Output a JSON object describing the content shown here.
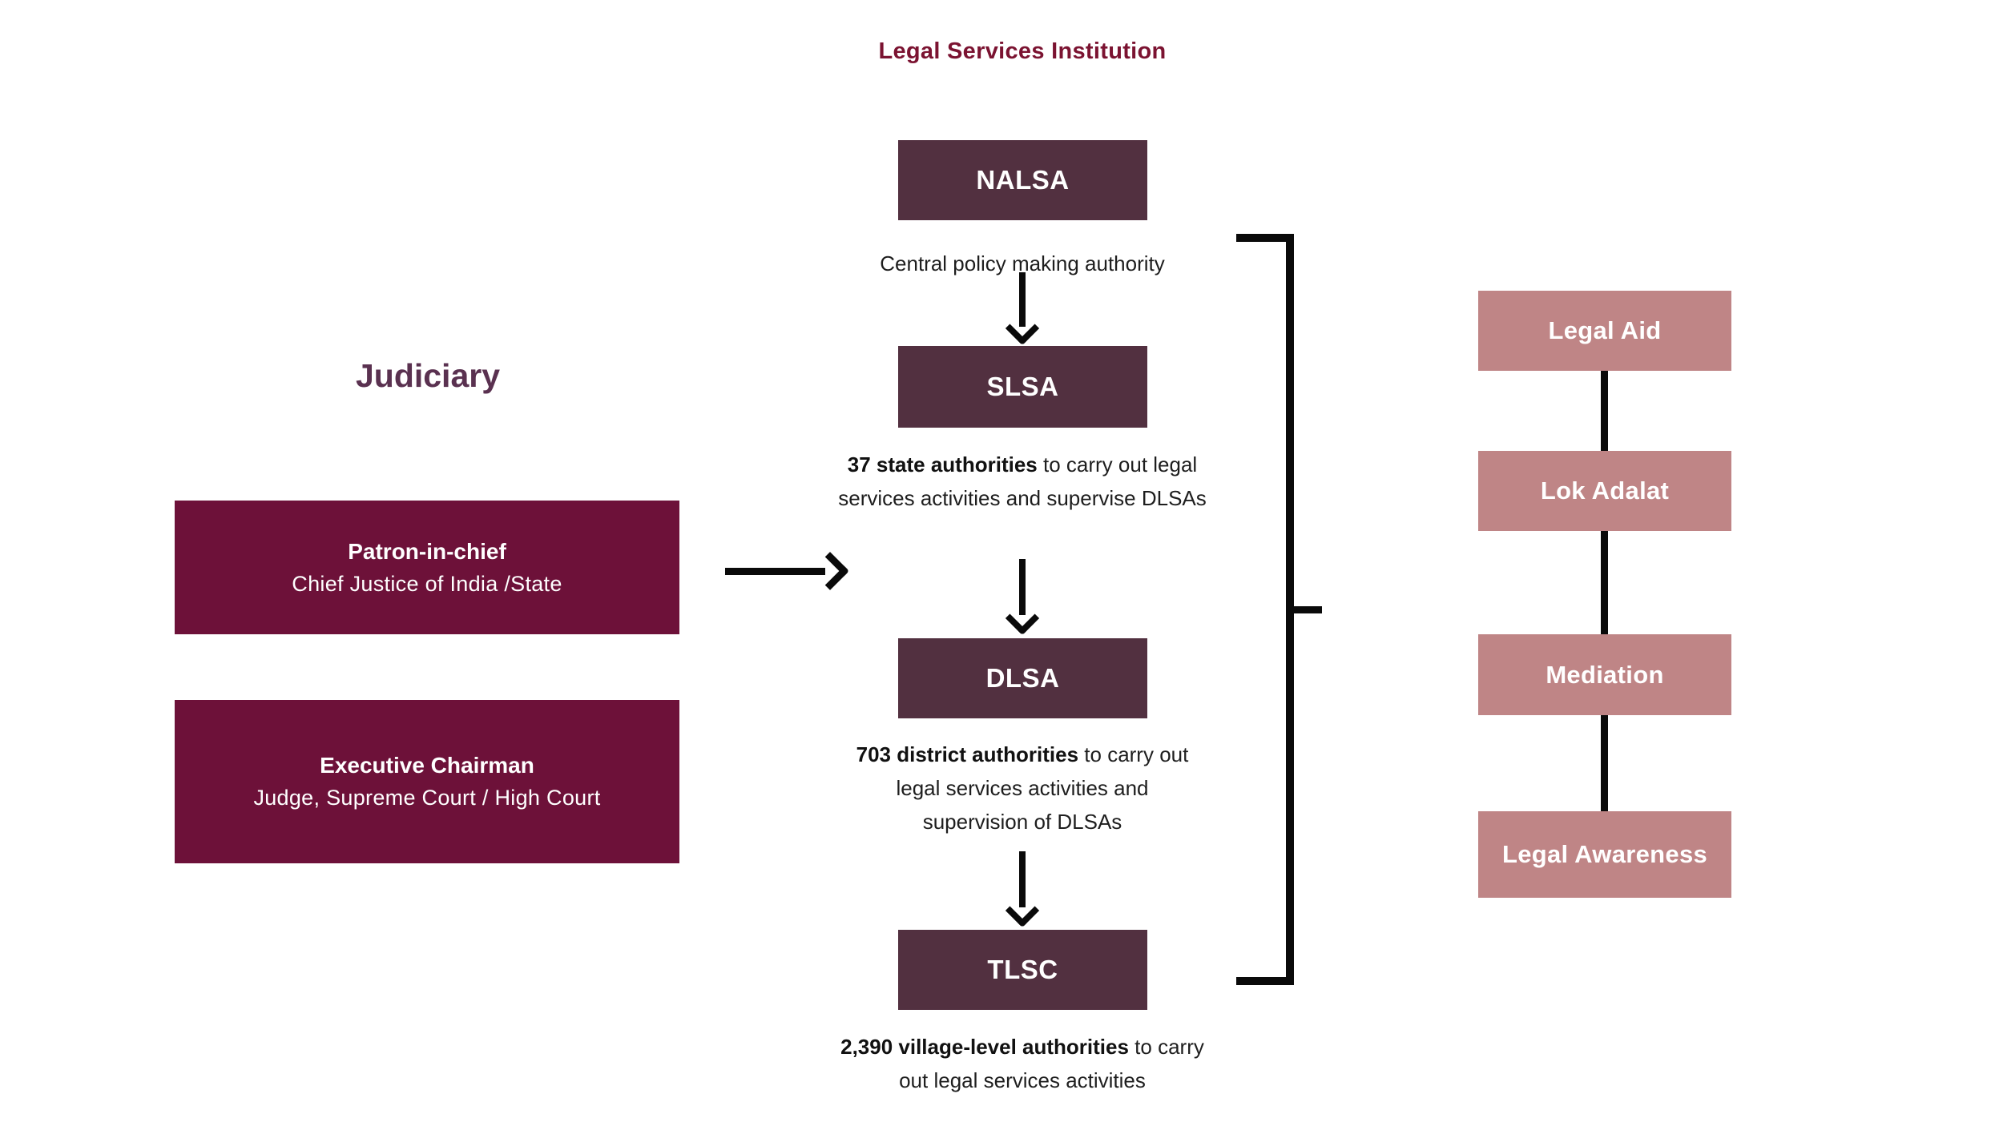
{
  "title": "Legal Services Institution",
  "colors": {
    "deep-maroon": "#6d1139",
    "plum": "#523040",
    "rose": "#bf8586",
    "title-maroon": "#7b1331",
    "heading-plum": "#5a3150",
    "ink": "#1e1e1e",
    "line": "#0a0a0a"
  },
  "judiciary": {
    "heading": "Judiciary",
    "boxes": [
      {
        "title": "Patron-in-chief",
        "subtitle": "Chief Justice of India /State"
      },
      {
        "title": "Executive Chairman",
        "subtitle": "Judge, Supreme Court / High Court"
      }
    ]
  },
  "hierarchy": [
    {
      "label": "NALSA",
      "caption": [
        {
          "b": "",
          "t": "Central policy making authority"
        }
      ]
    },
    {
      "label": "SLSA",
      "caption": [
        {
          "b": "37 state authorities",
          "t": " to carry out legal"
        },
        {
          "b": "",
          "t": "services activities and supervise DLSAs"
        }
      ]
    },
    {
      "label": "DLSA",
      "caption": [
        {
          "b": "703 district authorities",
          "t": " to carry out"
        },
        {
          "b": "",
          "t": "legal services activities and"
        },
        {
          "b": "",
          "t": "supervision of DLSAs"
        }
      ]
    },
    {
      "label": "TLSC",
      "caption": [
        {
          "b": "2,390 village-level authorities",
          "t": " to carry"
        },
        {
          "b": "",
          "t": "out legal services activities"
        }
      ]
    }
  ],
  "services": [
    "Legal Aid",
    "Lok Adalat",
    "Mediation",
    "Legal Awareness"
  ]
}
